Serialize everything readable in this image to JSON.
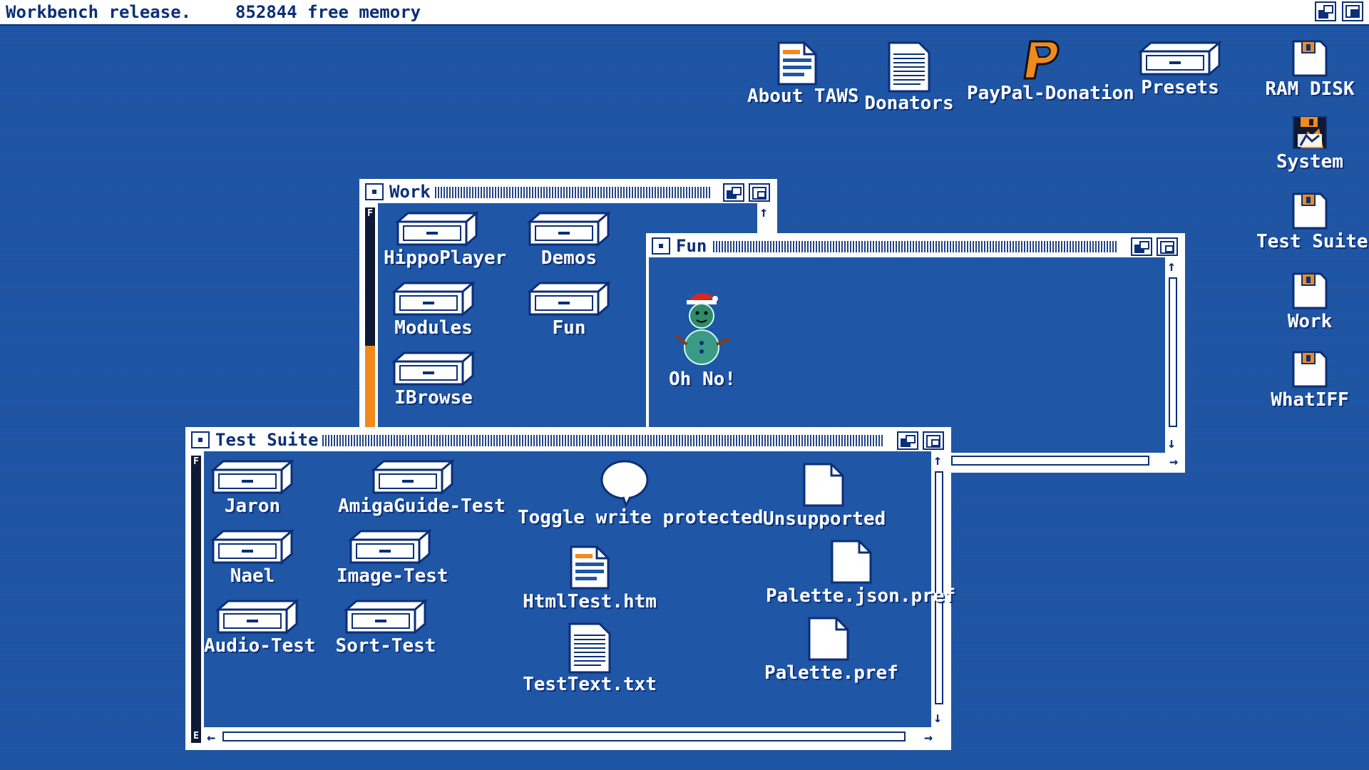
{
  "screen": {
    "title_release": "Workbench release.",
    "title_memory": "852844 free memory"
  },
  "desktop_icons": [
    {
      "label": "About TAWS",
      "icon": "document-icon"
    },
    {
      "label": "Donators",
      "icon": "text-file-icon"
    },
    {
      "label": "PayPal-Donation",
      "icon": "paypal-icon"
    },
    {
      "label": "Presets",
      "icon": "drawer-icon"
    },
    {
      "label": "RAM DISK",
      "icon": "disk-icon"
    },
    {
      "label": "System",
      "icon": "floppy-icon"
    },
    {
      "label": "Test Suite",
      "icon": "disk-icon"
    },
    {
      "label": "Work",
      "icon": "disk-icon"
    },
    {
      "label": "WhatIFF",
      "icon": "disk-icon"
    }
  ],
  "windows": {
    "work": {
      "title": "Work",
      "bar_top": "F",
      "items": [
        {
          "label": "HippoPlayer"
        },
        {
          "label": "Demos"
        },
        {
          "label": "Modules"
        },
        {
          "label": "Fun"
        },
        {
          "label": "IBrowse"
        }
      ]
    },
    "fun": {
      "title": "Fun",
      "items": [
        {
          "label": "Oh No!"
        }
      ]
    },
    "test_suite": {
      "title": "Test Suite",
      "bar_top": "F",
      "bar_bottom": "E",
      "items": [
        {
          "label": "Jaron"
        },
        {
          "label": "AmigaGuide-Test"
        },
        {
          "label": "Toggle write protected"
        },
        {
          "label": "Unsupported"
        },
        {
          "label": "Nael"
        },
        {
          "label": "Image-Test"
        },
        {
          "label": "HtmlTest.htm"
        },
        {
          "label": "Palette.json.pref"
        },
        {
          "label": "Audio-Test"
        },
        {
          "label": "Sort-Test"
        },
        {
          "label": "TestText.txt"
        },
        {
          "label": "Palette.pref"
        }
      ]
    }
  },
  "colors": {
    "desktop": "#1f56a6",
    "frame": "#ffffff",
    "dark": "#0b2f78",
    "accent": "#f08a1c"
  }
}
